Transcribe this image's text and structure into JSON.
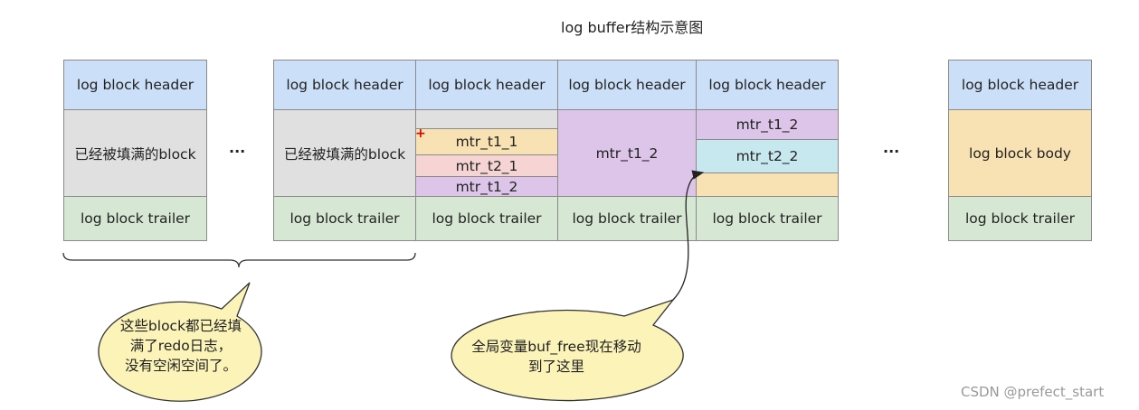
{
  "title": "log buffer结构示意图",
  "header": "log block header",
  "trailer": "log block trailer",
  "body": "log block body",
  "filled": "已经被填满的block",
  "ellipsis": "···",
  "segments": {
    "mtr_t1_1": "mtr_t1_1",
    "mtr_t2_1": "mtr_t2_1",
    "mtr_t1_2": "mtr_t1_2",
    "mtr_t2_2": "mtr_t2_2"
  },
  "callout_left": [
    "这些block都已经填",
    "满了redo日志，",
    "没有空闲空间了。"
  ],
  "callout_right": [
    "全局变量buf_free现在移动",
    "到了这里"
  ],
  "watermark": "CSDN @prefect_start"
}
